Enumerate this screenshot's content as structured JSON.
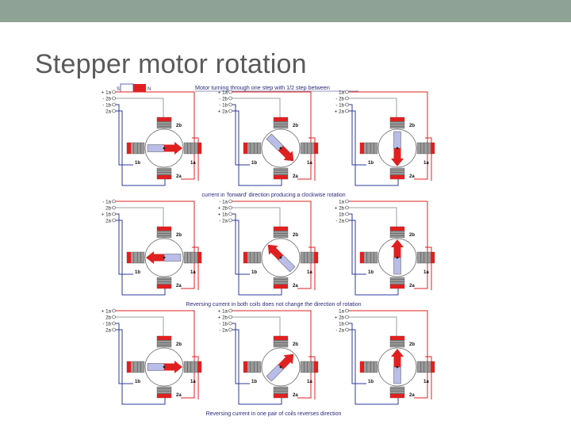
{
  "slide": {
    "title": "Stepper motor rotation",
    "colors": {
      "topbar": "#8fa296",
      "title": "#5a5a5a"
    }
  },
  "diagram": {
    "magnet_legend": {
      "s": "S",
      "n": "N"
    },
    "header": "Motor turning through one step with 1/2 step between",
    "captions": [
      "current in 'forward' direction producing a clockwise rotation",
      "Reversing current in both coils does not change the direction of rotation",
      "Reversing current in one pair of coils reverses direction"
    ],
    "coil_labels": {
      "top": "2b",
      "bottom": "2a",
      "left": "1b",
      "right": "1a"
    },
    "panels": [
      {
        "terms": [
          "+ 1a",
          "- 2b",
          "- 1b",
          "2a"
        ],
        "angle": 90
      },
      {
        "terms": [
          "+ 1a",
          "- 2b",
          "- 1b",
          "+ 2a"
        ],
        "angle": 135
      },
      {
        "terms": [
          "1a",
          "- 2b",
          "- 1b",
          "+ 2a"
        ],
        "angle": 180
      },
      {
        "terms": [
          "- 1a",
          "2b",
          "+ 1b",
          "2a"
        ],
        "angle": 270
      },
      {
        "terms": [
          "- 1a",
          "+ 2b",
          "+ 1b",
          "- 2a"
        ],
        "angle": 315
      },
      {
        "terms": [
          "1a",
          "+ 2b",
          "1b",
          "- 2a"
        ],
        "angle": 0
      },
      {
        "terms": [
          "+ 1a",
          "2b",
          "- 1b",
          "2a"
        ],
        "angle": 90
      },
      {
        "terms": [
          "+ 1a",
          "+ 2b",
          "- 1b",
          "- 2a"
        ],
        "angle": 45
      },
      {
        "terms": [
          "1a",
          "+ 2b",
          "1b",
          "- 2a"
        ],
        "angle": 0
      }
    ],
    "colors": {
      "red": "#e02020",
      "blue": "#2e3b9c",
      "rotor": "#b9bde8",
      "coil_grey": "#9a9a9a",
      "wire_grey": "#9aa0a6"
    }
  }
}
